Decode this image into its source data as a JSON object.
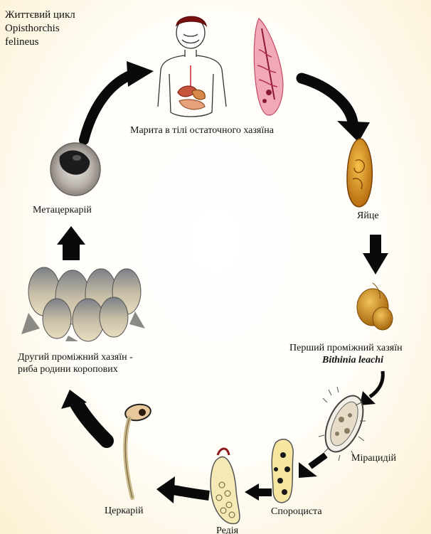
{
  "title_lines": [
    "Життєвий цикл",
    "Opisthorchis",
    "felineus"
  ],
  "stages": {
    "marita": "Марита в тілі остаточного хазяїна",
    "egg": "Яйце",
    "first_host_line1": "Перший проміжний хазяїн",
    "first_host_line2": "Bithinia leachi",
    "miracidium": "Мірацидій",
    "sporocyst": "Спороциста",
    "redia": "Редія",
    "cercaria": "Церкарій",
    "second_host_line1": "Другий проміжний хазяїн -",
    "second_host_line2": "риба родини коропових",
    "metacercaria": "Метацеркарій"
  },
  "icons": [
    "human-body-icon",
    "fluke-icon",
    "egg-icon",
    "snail-icon",
    "miracidium-icon",
    "sporocyst-icon",
    "redia-icon",
    "cercaria-icon",
    "fish-icon",
    "metacercaria-icon"
  ],
  "colors": {
    "arrow": "#0a0a0a",
    "background": "#fbf1d8",
    "fluke": "#e0607a",
    "egg": "#d2881a",
    "snail": "#c98e1e"
  }
}
